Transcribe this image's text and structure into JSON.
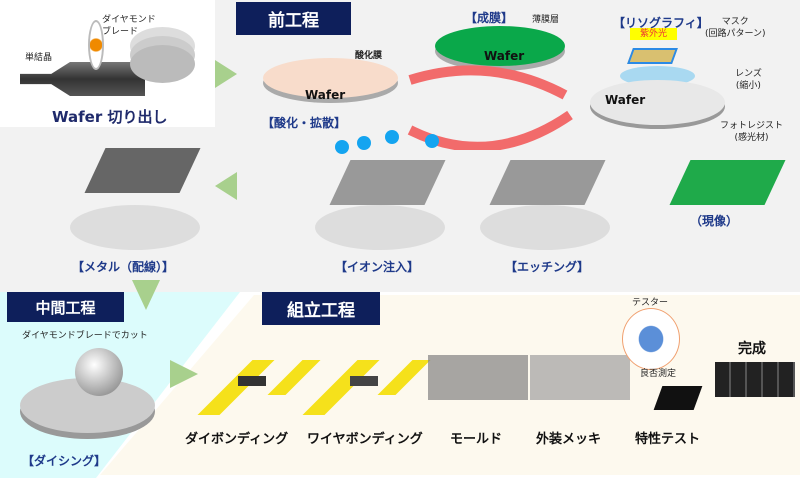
{
  "sections": {
    "front": "前工程",
    "middle": "中間工程",
    "assembly": "組立工程"
  },
  "slicing": {
    "title": "Wafer 切り出し",
    "ingot": "単結晶",
    "blade": "ダイヤモンド\nブレード"
  },
  "front_steps": {
    "oxidation": {
      "label": "【酸化・拡散】",
      "note": "酸化膜",
      "wafer": "Wafer"
    },
    "film": {
      "label": "【成膜】",
      "note": "薄膜層",
      "wafer": "Wafer"
    },
    "litho": {
      "label": "【リソグラフィ】",
      "uv": "紫外光",
      "mask": "マスク\n(回路パターン)",
      "lens": "レンズ\n(縮小)",
      "resist": "フォトレジスト\n(感光材)",
      "wafer": "Wafer"
    },
    "develop": {
      "label": "（現像）"
    },
    "etching": {
      "label": "【エッチング】"
    },
    "ion": {
      "label": "【イオン注入】"
    },
    "metal": {
      "label": "【メタル（配線）】"
    }
  },
  "dicing": {
    "note": "ダイヤモンドブレードでカット",
    "label": "【ダイシング】"
  },
  "assembly_steps": [
    "ダイボンディング",
    "ワイヤボンディング",
    "モールド",
    "外装メッキ",
    "特性テスト"
  ],
  "tester": {
    "label": "テスター",
    "note": "良否測定"
  },
  "complete": "完成",
  "colors": {
    "header": "#0e1f5b",
    "label": "#1f3a8a",
    "arrow": "#a8d08d",
    "cycle": "#f26b6b",
    "film": "#0aa84a",
    "lead": "#f5e11b"
  }
}
